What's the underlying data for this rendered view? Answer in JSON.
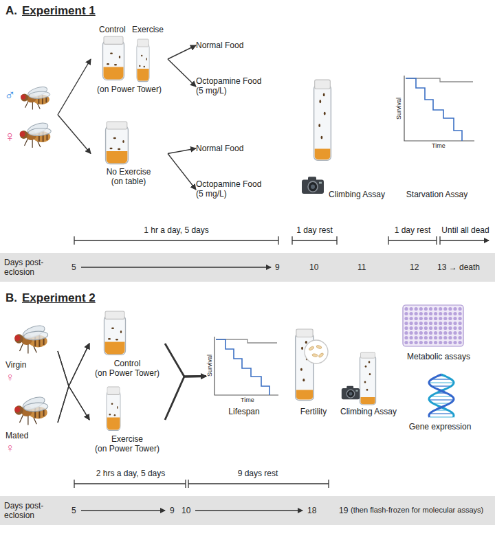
{
  "diagram": {
    "nodes": [
      {
        "text": [
          "♂",
          "♀"
        ]
      },
      {
        "text": [
          "Control",
          "Exercise",
          "(on Power Tower)"
        ]
      },
      {
        "text": [
          "No Exercise (on table)"
        ]
      },
      {
        "text": [
          "Normal Food"
        ]
      },
      {
        "text": [
          "Octopamine Food (5 mg/L)"
        ]
      },
      {
        "text": [
          "Normal Food"
        ]
      },
      {
        "text": [
          "Octopamine Food (5 mg/L)"
        ]
      },
      {
        "text": [
          "Climbing Assay"
        ]
      },
      {
        "text": [
          "Starvation Assay"
        ]
      },
      {
        "text": [
          "Virgin",
          "♀"
        ]
      },
      {
        "text": [
          "Mated",
          "♀"
        ]
      },
      {
        "text": [
          "Control",
          "(on Power Tower)"
        ]
      },
      {
        "text": [
          "Exercise",
          "(on Power Tower)"
        ]
      },
      {
        "text": [
          "Lifespan"
        ]
      },
      {
        "text": [
          "Fertility"
        ]
      },
      {
        "text": [
          "Climbing Assay"
        ]
      },
      {
        "text": [
          "Metabolic assays"
        ]
      },
      {
        "text": [
          "Gene expression"
        ]
      }
    ],
    "edges": [
      {
        "from": 0,
        "to": 1,
        "arrow": "to"
      },
      {
        "from": 0,
        "to": 2,
        "arrow": "to"
      },
      {
        "from": 1,
        "to": 3,
        "arrow": "to"
      },
      {
        "from": 1,
        "to": 4,
        "arrow": "to"
      },
      {
        "from": 2,
        "to": 5,
        "arrow": "to"
      },
      {
        "from": 2,
        "to": 6,
        "arrow": "to"
      },
      {
        "from": 9,
        "to": 11,
        "arrow": "to"
      },
      {
        "from": 9,
        "to": 12,
        "arrow": "to"
      },
      {
        "from": 10,
        "to": 11,
        "arrow": "to"
      },
      {
        "from": 10,
        "to": 12,
        "arrow": "to"
      },
      {
        "from": 11,
        "to": 13,
        "arrow": "to"
      },
      {
        "from": 12,
        "to": 13,
        "arrow": "to"
      }
    ],
    "labels": [
      "A.",
      "Experiment 1",
      "Survival",
      "Time",
      "1 hr a day, 5 days",
      "1 day rest",
      "1 day rest",
      "Until all dead",
      "Days post-eclosion",
      "5",
      "9",
      "10",
      "11",
      "12",
      "13 → death",
      "B.",
      "Experiment 2",
      "Survival",
      "Time",
      "2 hrs a day, 5 days",
      "9 days rest",
      "Days post-eclosion",
      "5",
      "9",
      "10",
      "18",
      "19",
      "(then flash-frozen for molecular assays)"
    ]
  }
}
